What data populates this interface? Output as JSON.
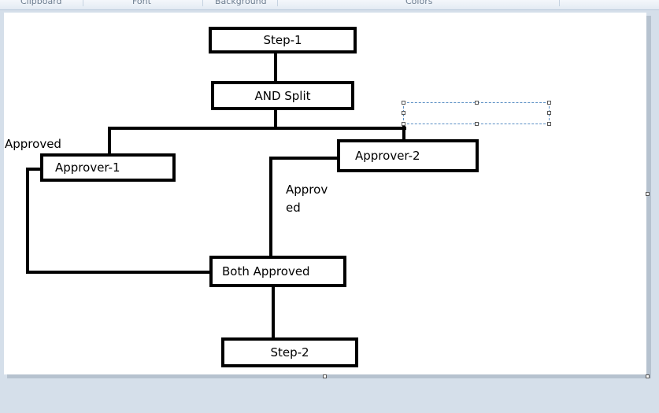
{
  "ribbon": {
    "groups": [
      "Clipboard",
      "Font",
      "Background",
      "Colors"
    ]
  },
  "diagram": {
    "step1": "Step-1",
    "and_split": "AND Split",
    "approver1": "Approver-1",
    "approver2": "Approver-2",
    "both_approved": "Both Approved",
    "step2": "Step-2",
    "approved_left": "Approved",
    "approved_right_line1": "Approv",
    "approved_right_line2": "ed"
  }
}
